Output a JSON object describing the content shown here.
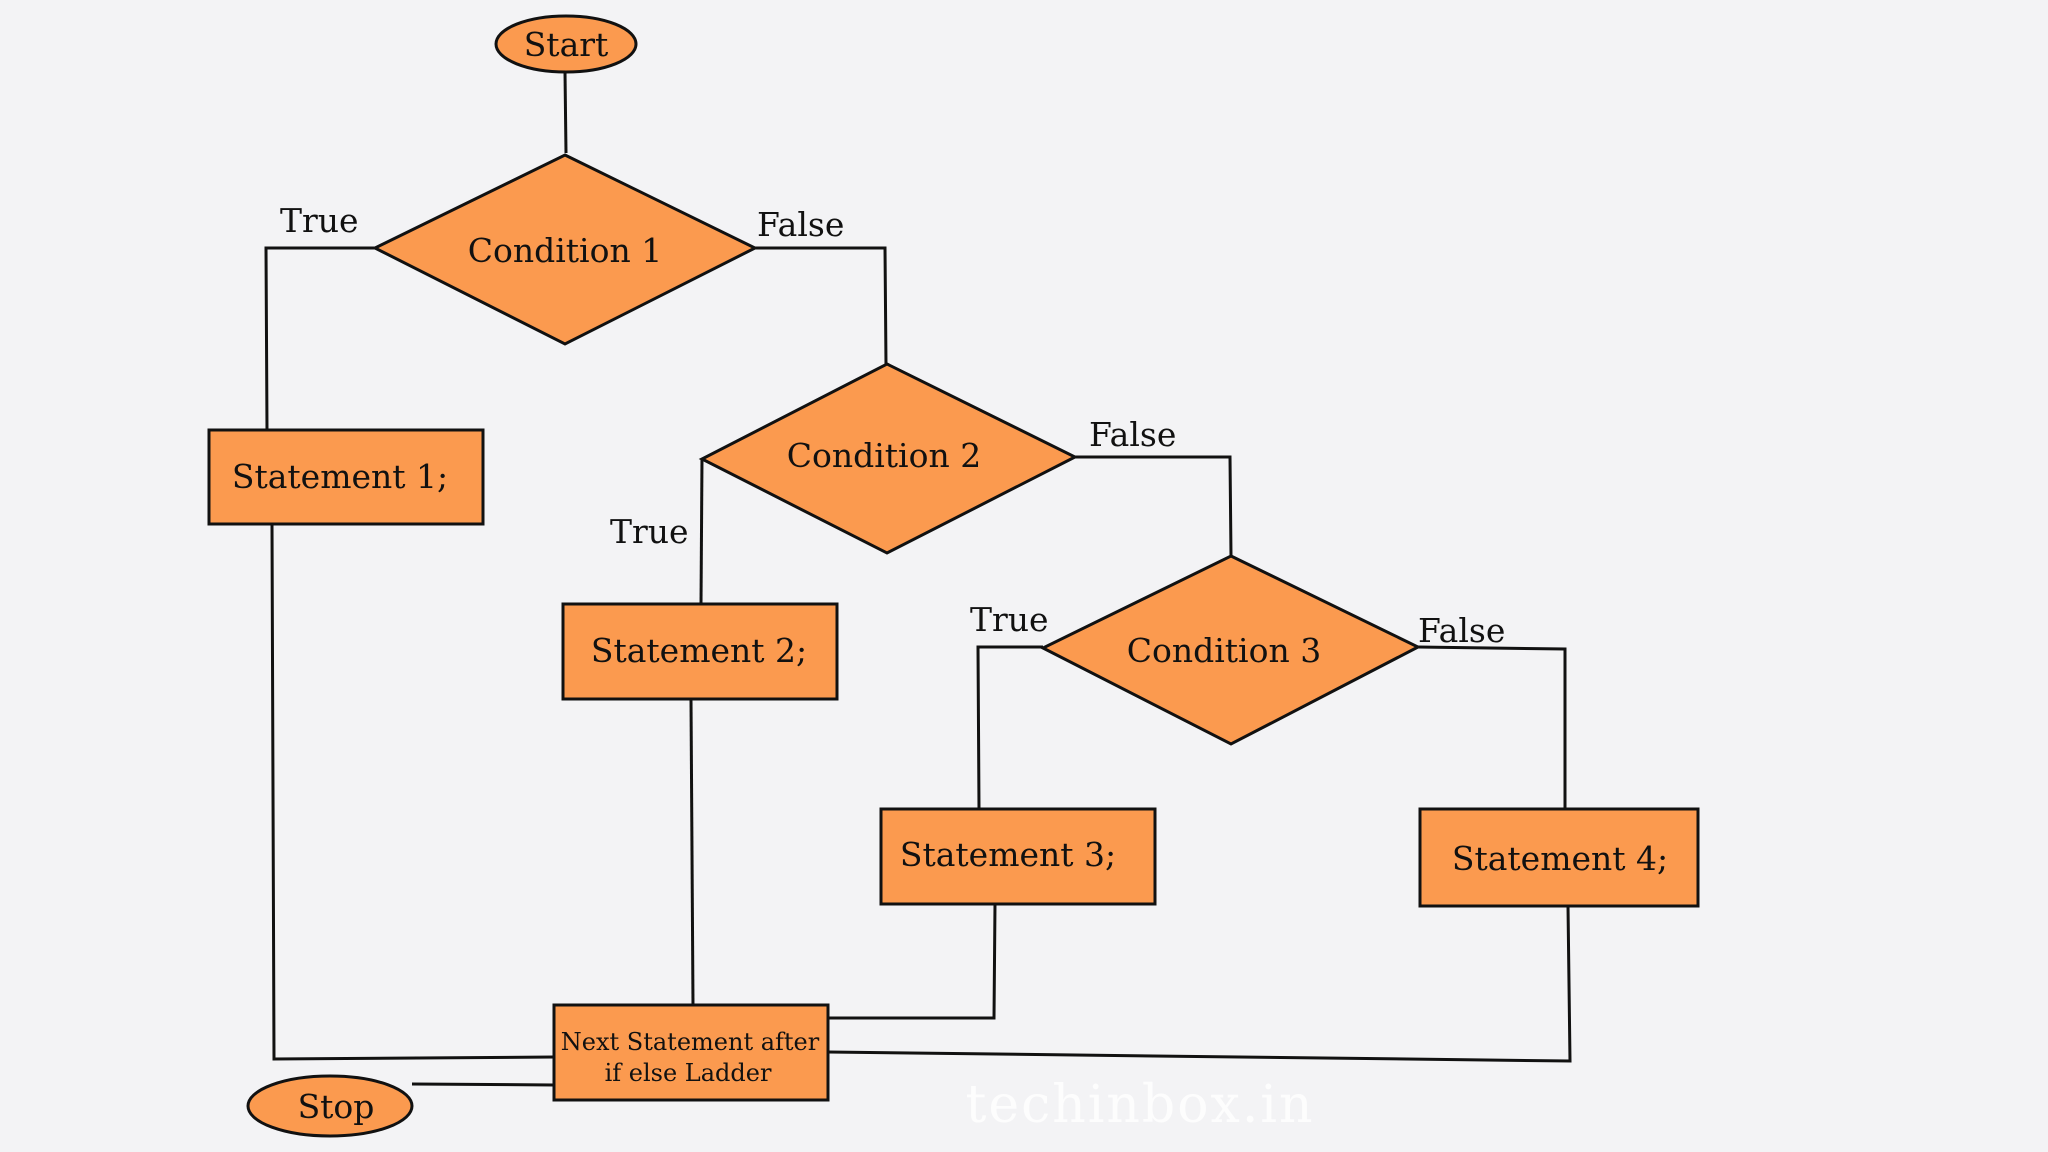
{
  "colors": {
    "background": "#f3f3f5",
    "node_fill": "#fb9a4f",
    "stroke": "#111111",
    "watermark": "#ffffff"
  },
  "nodes": {
    "start": "Start",
    "condition1": "Condition 1",
    "condition2": "Condition 2",
    "condition3": "Condition 3",
    "statement1": "Statement 1;",
    "statement2": "Statement 2;",
    "statement3": "Statement 3;",
    "statement4": "Statement 4;",
    "next_line1": "Next Statement after",
    "next_line2": "if else Ladder",
    "stop": "Stop"
  },
  "edge_labels": {
    "c1_true": "True",
    "c1_false": "False",
    "c2_true": "True",
    "c2_false": "False",
    "c3_true": "True",
    "c3_false": "False"
  },
  "watermark": "techinbox.in"
}
